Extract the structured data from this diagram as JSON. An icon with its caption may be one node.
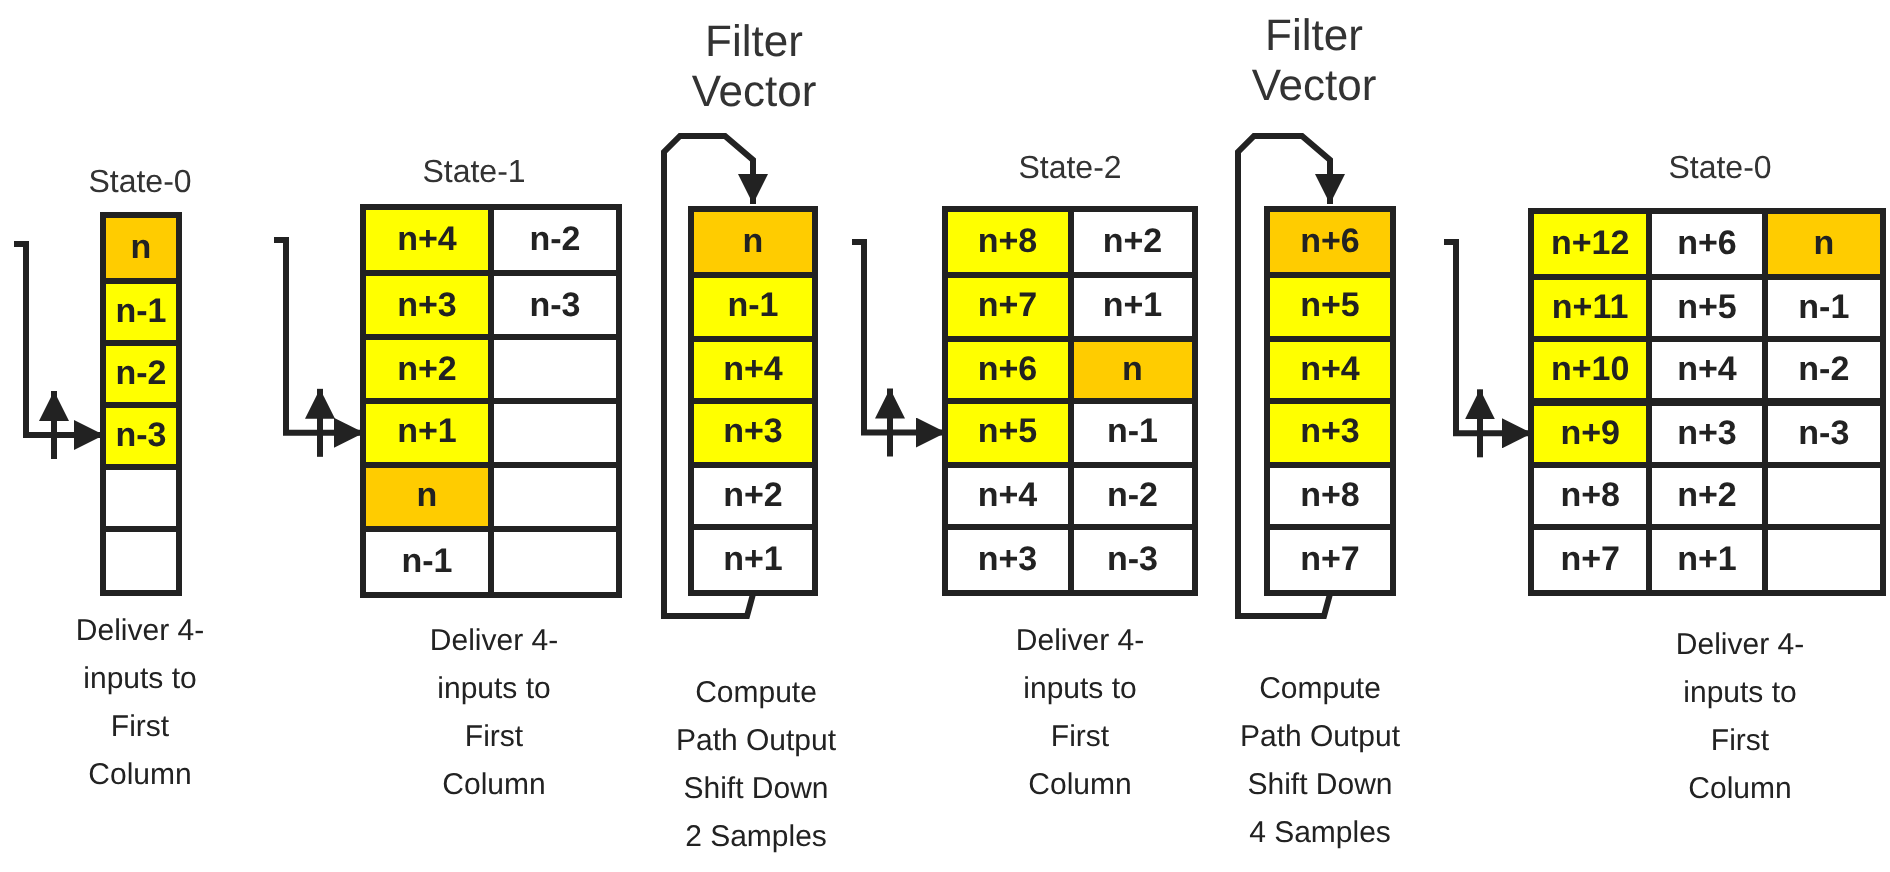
{
  "diagram": {
    "nodes": [
      {
        "text": [
          "State-0"
        ],
        "beside": [
          "Deliver 4-inputs to First Column"
        ]
      },
      {
        "text": [
          "n"
        ],
        "in": 0
      },
      {
        "text": [
          "n-1"
        ],
        "in": 0
      },
      {
        "text": [
          "n-2"
        ],
        "in": 0
      },
      {
        "text": [
          "n-3"
        ],
        "in": 0
      },
      {
        "text": [],
        "shape": "box",
        "in": 0
      },
      {
        "text": [],
        "shape": "box",
        "in": 0
      },
      {
        "text": [
          "State-1"
        ],
        "beside": [
          "Deliver 4-inputs to First Column"
        ]
      },
      {
        "text": [
          "n+4"
        ],
        "in": 7
      },
      {
        "text": [
          "n-2"
        ],
        "in": 7
      },
      {
        "text": [
          "n+3"
        ],
        "in": 7
      },
      {
        "text": [
          "n-3"
        ],
        "in": 7
      },
      {
        "text": [
          "n+2"
        ],
        "in": 7
      },
      {
        "text": [],
        "shape": "box",
        "in": 7
      },
      {
        "text": [
          "n+1"
        ],
        "in": 7
      },
      {
        "text": [],
        "shape": "box",
        "in": 7
      },
      {
        "text": [
          "n"
        ],
        "in": 7
      },
      {
        "text": [],
        "shape": "box",
        "in": 7
      },
      {
        "text": [
          "n-1"
        ],
        "in": 7
      },
      {
        "text": [],
        "shape": "box",
        "in": 7
      },
      {
        "text": [
          "Filter Vector"
        ],
        "beside": [
          "Compute Path Output Shift Down 2 Samples"
        ]
      },
      {
        "text": [
          "n"
        ],
        "in": 20
      },
      {
        "text": [
          "n-1"
        ],
        "in": 20
      },
      {
        "text": [
          "n+4"
        ],
        "in": 20
      },
      {
        "text": [
          "n+3"
        ],
        "in": 20
      },
      {
        "text": [
          "n+2"
        ],
        "in": 20
      },
      {
        "text": [
          "n+1"
        ],
        "in": 20
      },
      {
        "text": [
          "State-2"
        ],
        "beside": [
          "Deliver 4-inputs to First Column"
        ]
      },
      {
        "text": [
          "n+8"
        ],
        "in": 27
      },
      {
        "text": [
          "n+2"
        ],
        "in": 27
      },
      {
        "text": [
          "n+7"
        ],
        "in": 27
      },
      {
        "text": [
          "n+1"
        ],
        "in": 27
      },
      {
        "text": [
          "n+6"
        ],
        "in": 27
      },
      {
        "text": [
          "n"
        ],
        "in": 27
      },
      {
        "text": [
          "n+5"
        ],
        "in": 27
      },
      {
        "text": [
          "n-1"
        ],
        "in": 27
      },
      {
        "text": [
          "n+4"
        ],
        "in": 27
      },
      {
        "text": [
          "n-2"
        ],
        "in": 27
      },
      {
        "text": [
          "n+3"
        ],
        "in": 27
      },
      {
        "text": [
          "n-3"
        ],
        "in": 27
      },
      {
        "text": [
          "Filter Vector"
        ],
        "beside": [
          "Compute Path Output Shift Down 4 Samples"
        ]
      },
      {
        "text": [
          "n+6"
        ],
        "in": 40
      },
      {
        "text": [
          "n+5"
        ],
        "in": 40
      },
      {
        "text": [
          "n+4"
        ],
        "in": 40
      },
      {
        "text": [
          "n+3"
        ],
        "in": 40
      },
      {
        "text": [
          "n+8"
        ],
        "in": 40
      },
      {
        "text": [
          "n+7"
        ],
        "in": 40
      },
      {
        "text": [
          "State-0"
        ],
        "beside": [
          "Deliver 4-inputs to First Column"
        ]
      },
      {
        "text": [
          "n+12"
        ],
        "in": 47
      },
      {
        "text": [
          "n+6"
        ],
        "in": 47
      },
      {
        "text": [
          "n"
        ],
        "in": 47
      },
      {
        "text": [
          "n+11"
        ],
        "in": 47
      },
      {
        "text": [
          "n+5"
        ],
        "in": 47
      },
      {
        "text": [
          "n-1"
        ],
        "in": 47
      },
      {
        "text": [
          "n+10"
        ],
        "in": 47
      },
      {
        "text": [
          "n+4"
        ],
        "in": 47
      },
      {
        "text": [
          "n-2"
        ],
        "in": 47
      },
      {
        "text": [
          "n+9"
        ],
        "in": 47
      },
      {
        "text": [
          "n+3"
        ],
        "in": 47
      },
      {
        "text": [
          "n-3"
        ],
        "in": 47
      },
      {
        "text": [
          "n+8"
        ],
        "in": 47
      },
      {
        "text": [
          "n+2"
        ],
        "in": 47
      },
      {
        "text": [],
        "shape": "box",
        "in": 47
      },
      {
        "text": [
          "n+7"
        ],
        "in": 47
      },
      {
        "text": [
          "n+1"
        ],
        "in": 47
      },
      {
        "text": [],
        "shape": "box",
        "in": 47
      }
    ],
    "edges": [
      {
        "from": null,
        "to": 4,
        "arrow": "to"
      },
      {
        "from": null,
        "to": 14,
        "arrow": "to"
      },
      {
        "from": 26,
        "to": 21,
        "arrow": "to"
      },
      {
        "from": null,
        "to": 34,
        "arrow": "to"
      },
      {
        "from": 46,
        "to": 41,
        "arrow": "to"
      },
      {
        "from": null,
        "to": 57,
        "arrow": "to"
      }
    ]
  }
}
